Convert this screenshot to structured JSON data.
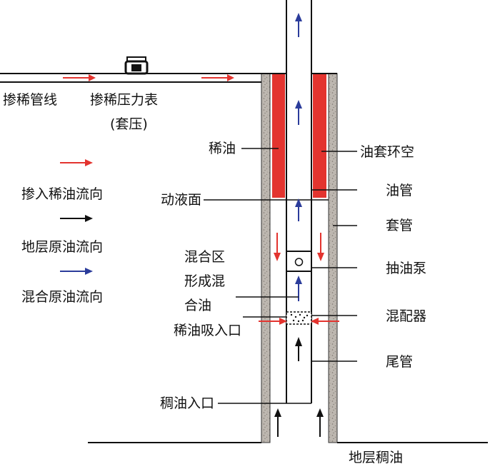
{
  "labels": {
    "pipeline": "掺稀管线",
    "gauge": "掺稀压力表",
    "gauge_sub": "(套压)",
    "thin_oil": "稀油",
    "annulus": "油套环空",
    "tubing": "油管",
    "fluid_level": "动液面",
    "casing": "套管",
    "pump": "抽油泵",
    "mixing_zone_1": "混合区",
    "mixing_zone_2": "形成混",
    "mixing_zone_3": "合油",
    "mixer": "混配器",
    "thin_oil_inlet": "稀油吸入口",
    "tail_pipe": "尾管",
    "heavy_oil_inlet": "稠油入口",
    "formation_heavy_oil": "地层稠油"
  },
  "legend": {
    "thin_oil_flow": "掺入稀油流向",
    "formation_oil_flow": "地层原油流向",
    "mixed_oil_flow": "混合原油流向"
  },
  "colors": {
    "thin_oil": "#e3342f",
    "formation_oil": "#111111",
    "mixed_oil": "#2b3c9b",
    "casing_fill": "#b8b2aa"
  }
}
